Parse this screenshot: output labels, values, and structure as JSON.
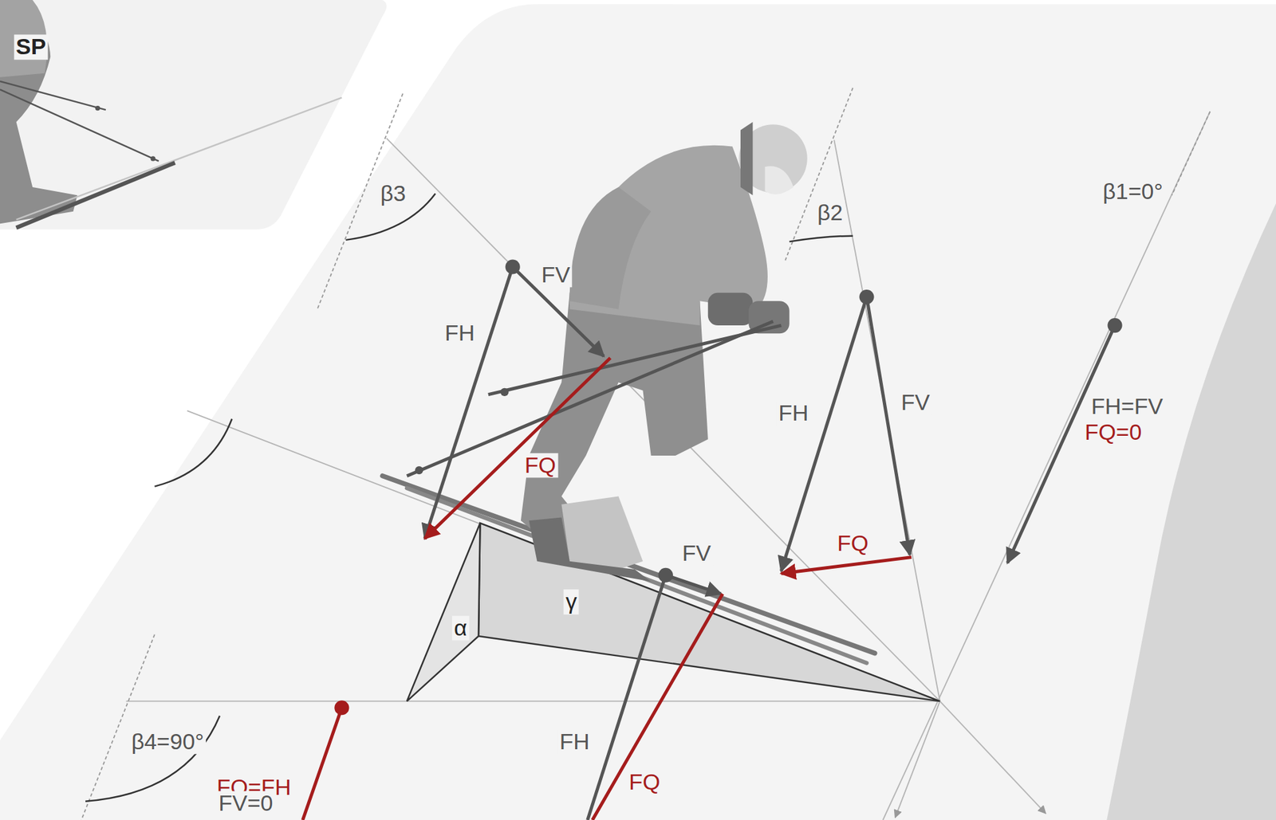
{
  "diagram": {
    "labels": [
      "SP",
      "β3",
      "FV",
      "FH",
      "FQ",
      "β2",
      "FH",
      "FV",
      "FQ",
      "β1=0°",
      "FH=FV",
      "FQ=0",
      "FV",
      "α",
      "γ",
      "β4=90°",
      "FQ=FH",
      "FV=0",
      "FH",
      "FQ"
    ]
  }
}
